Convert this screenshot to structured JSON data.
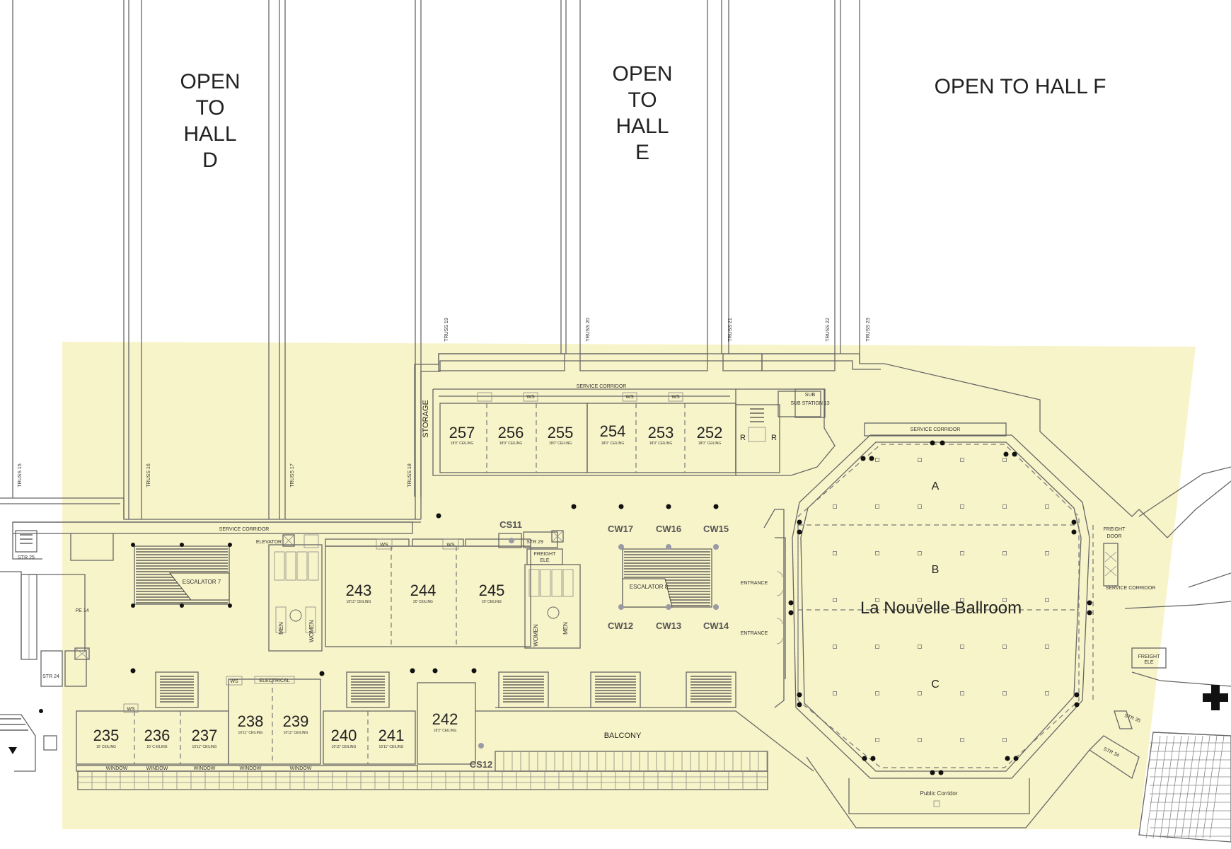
{
  "open_areas": {
    "hall_d": [
      "OPEN",
      "TO",
      "HALL",
      "D"
    ],
    "hall_e": [
      "OPEN",
      "TO",
      "HALL",
      "E"
    ],
    "hall_f": "OPEN TO HALL F"
  },
  "trusses": [
    "TRUSS 15",
    "TRUSS 16",
    "TRUSS 17",
    "TRUSS 18",
    "TRUSS 19",
    "TRUSS 20",
    "TRUSS 21",
    "TRUSS 22",
    "TRUSS 23"
  ],
  "upper_rooms": [
    {
      "number": "257",
      "ceiling": "18'0\" CEILING"
    },
    {
      "number": "256",
      "ceiling": "18'0\" CEILING"
    },
    {
      "number": "255",
      "ceiling": "18'0\" CEILING"
    },
    {
      "number": "254",
      "ceiling": "18'0\" CEILING"
    },
    {
      "number": "253",
      "ceiling": "18'0\" CEILING"
    },
    {
      "number": "252",
      "ceiling": "18'0\" CEILING"
    }
  ],
  "middle_rooms": [
    {
      "number": "243",
      "ceiling": "18'11\" CEILING"
    },
    {
      "number": "244",
      "ceiling": "20' CEILING"
    },
    {
      "number": "245",
      "ceiling": "20' CEILING"
    }
  ],
  "lower_rooms": [
    {
      "number": "235",
      "ceiling": "16' CEILING"
    },
    {
      "number": "236",
      "ceiling": "16' C EILING"
    },
    {
      "number": "237",
      "ceiling": "15'11\" CEILING"
    },
    {
      "number": "238",
      "ceiling": "16'11\" CEILING"
    },
    {
      "number": "239",
      "ceiling": "16'11\" CEILING"
    },
    {
      "number": "240",
      "ceiling": "16'11\" CEILING"
    },
    {
      "number": "241",
      "ceiling": "16'11\" CEILING"
    },
    {
      "number": "242",
      "ceiling": "18'2\" CEILING"
    }
  ],
  "labels": {
    "storage": "STORAGE",
    "service_corridor": "SERVICE CORRIDOR",
    "escalator_7": "ESCALATOR 7",
    "escalator_8": "ESCALATOR 8",
    "elevator": "ELEVATOR",
    "men": "MEN",
    "women": "WOMEN",
    "freight_ele": "FREIGHT ELE",
    "freight_door": "FREIGHT DOOR",
    "sub_station": "SUB STATION 13",
    "electrical": "ELECTRICAL",
    "balcony": "BALCONY",
    "window": "WINDOW",
    "public_corridor": "Public Corridor",
    "entrance": "ENTRANCE",
    "ballroom": "La Nouvelle Ballroom",
    "section_a": "A",
    "section_b": "B",
    "section_c": "C",
    "cs11": "CS11",
    "cs12": "CS12",
    "str25": "STR 25",
    "str24": "STR 24",
    "str29": "STR 29",
    "str34": "STR 34",
    "str35": "STR 35",
    "pe14": "PE 14",
    "ws": "WS",
    "r": "R"
  },
  "cw_top": [
    "CW17",
    "CW16",
    "CW15"
  ],
  "cw_bottom": [
    "CW12",
    "CW13",
    "CW14"
  ],
  "colors": {
    "floor_fill": "#f8f4c9",
    "wall": "#666666",
    "column": "#111111"
  }
}
